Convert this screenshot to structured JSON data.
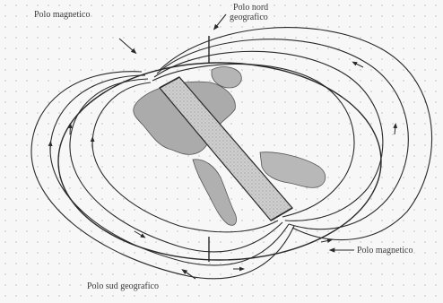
{
  "labels": {
    "north_magnetic_pole": "Polo magnetico",
    "north_geographic_pole_line1": "Polo nord",
    "north_geographic_pole_line2": "geografico",
    "south_magnetic_pole": "Polo magnetico",
    "south_geographic_pole": "Polo sud geografico"
  },
  "colors": {
    "background": "#f7f7f7",
    "ink": "#2a2a2a",
    "continent": "#9a9a9a",
    "magnet_fill": "#c8c8c8"
  },
  "icons": {
    "field_arrows": "arrow-head-icon",
    "pointer_arrows": "pointer-arrow-icon"
  }
}
